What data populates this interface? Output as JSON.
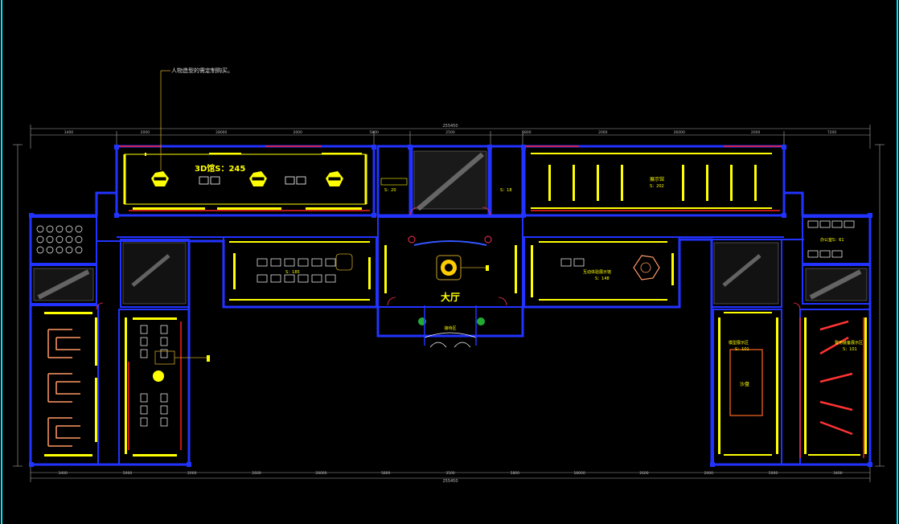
{
  "drawing": {
    "callout_note": "人物造型的需定制购买。",
    "overall_width": "255450",
    "overall_width_bottom": "255450"
  },
  "rooms": {
    "hall_3d": "3D馆S：245",
    "hall_main": "大厅",
    "entrance": "接待区",
    "room_s20": "S：20",
    "room_s18": "S：18",
    "room_right_top": "展示馆",
    "room_right_top_area": "S：202",
    "room_center_right": "互动体验展示馆",
    "room_center_right_area": "S：148",
    "room_bottom_right_a": "模型展示区",
    "room_bottom_right_a_area": "S：101",
    "room_bottom_right_a_inner": "沙盘",
    "room_bottom_right_b": "警用装备展示区",
    "room_bottom_right_b_area": "S：101",
    "room_far_right": "办公室S：61",
    "room_center_left_area": "S：185"
  },
  "dims_top": [
    "3400",
    "2000",
    "28000",
    "2000",
    "5800",
    "2500",
    "5800",
    "2000",
    "26000",
    "2000",
    "7200"
  ],
  "dims_bottom": [
    "3400",
    "5000",
    "2000",
    "2600",
    "28000",
    "5800",
    "3500",
    "5800",
    "18000",
    "2600",
    "2000",
    "5000",
    "3400"
  ]
}
